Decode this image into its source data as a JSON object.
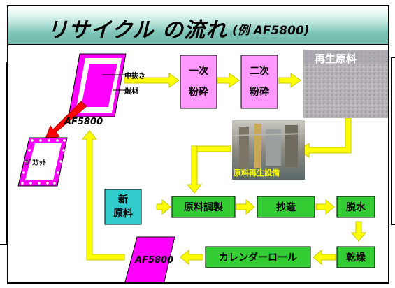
{
  "title": {
    "main": "リサイクル の流れ",
    "sub": "(例 AF5800)"
  },
  "top_sheet": {
    "label": "AF5800",
    "callout_inner": "中抜き",
    "callout_outer": "端材"
  },
  "gasket": {
    "label": "ｶﾞｽｹｯﾄ"
  },
  "steps": {
    "primary": [
      "一次",
      "粉砕"
    ],
    "secondary": [
      "二次",
      "粉砕"
    ],
    "recycled_material": "再生原料",
    "equipment": "原料再生設備",
    "new_material": [
      "新",
      "原料"
    ],
    "prep": "原料調製",
    "papermaking": "抄造",
    "dewater": "脱水",
    "dry": "乾燥",
    "calender": "カレンダーロール",
    "product": "AF5800"
  },
  "colors": {
    "magenta": "#ff00ff",
    "light_pink": "#ff99ff",
    "green": "#33cc33",
    "cyan": "#33cccc",
    "yellow": "#ffff00",
    "red_arrow": "#ff0000",
    "title_gradient_end": "#6fb5a8"
  }
}
